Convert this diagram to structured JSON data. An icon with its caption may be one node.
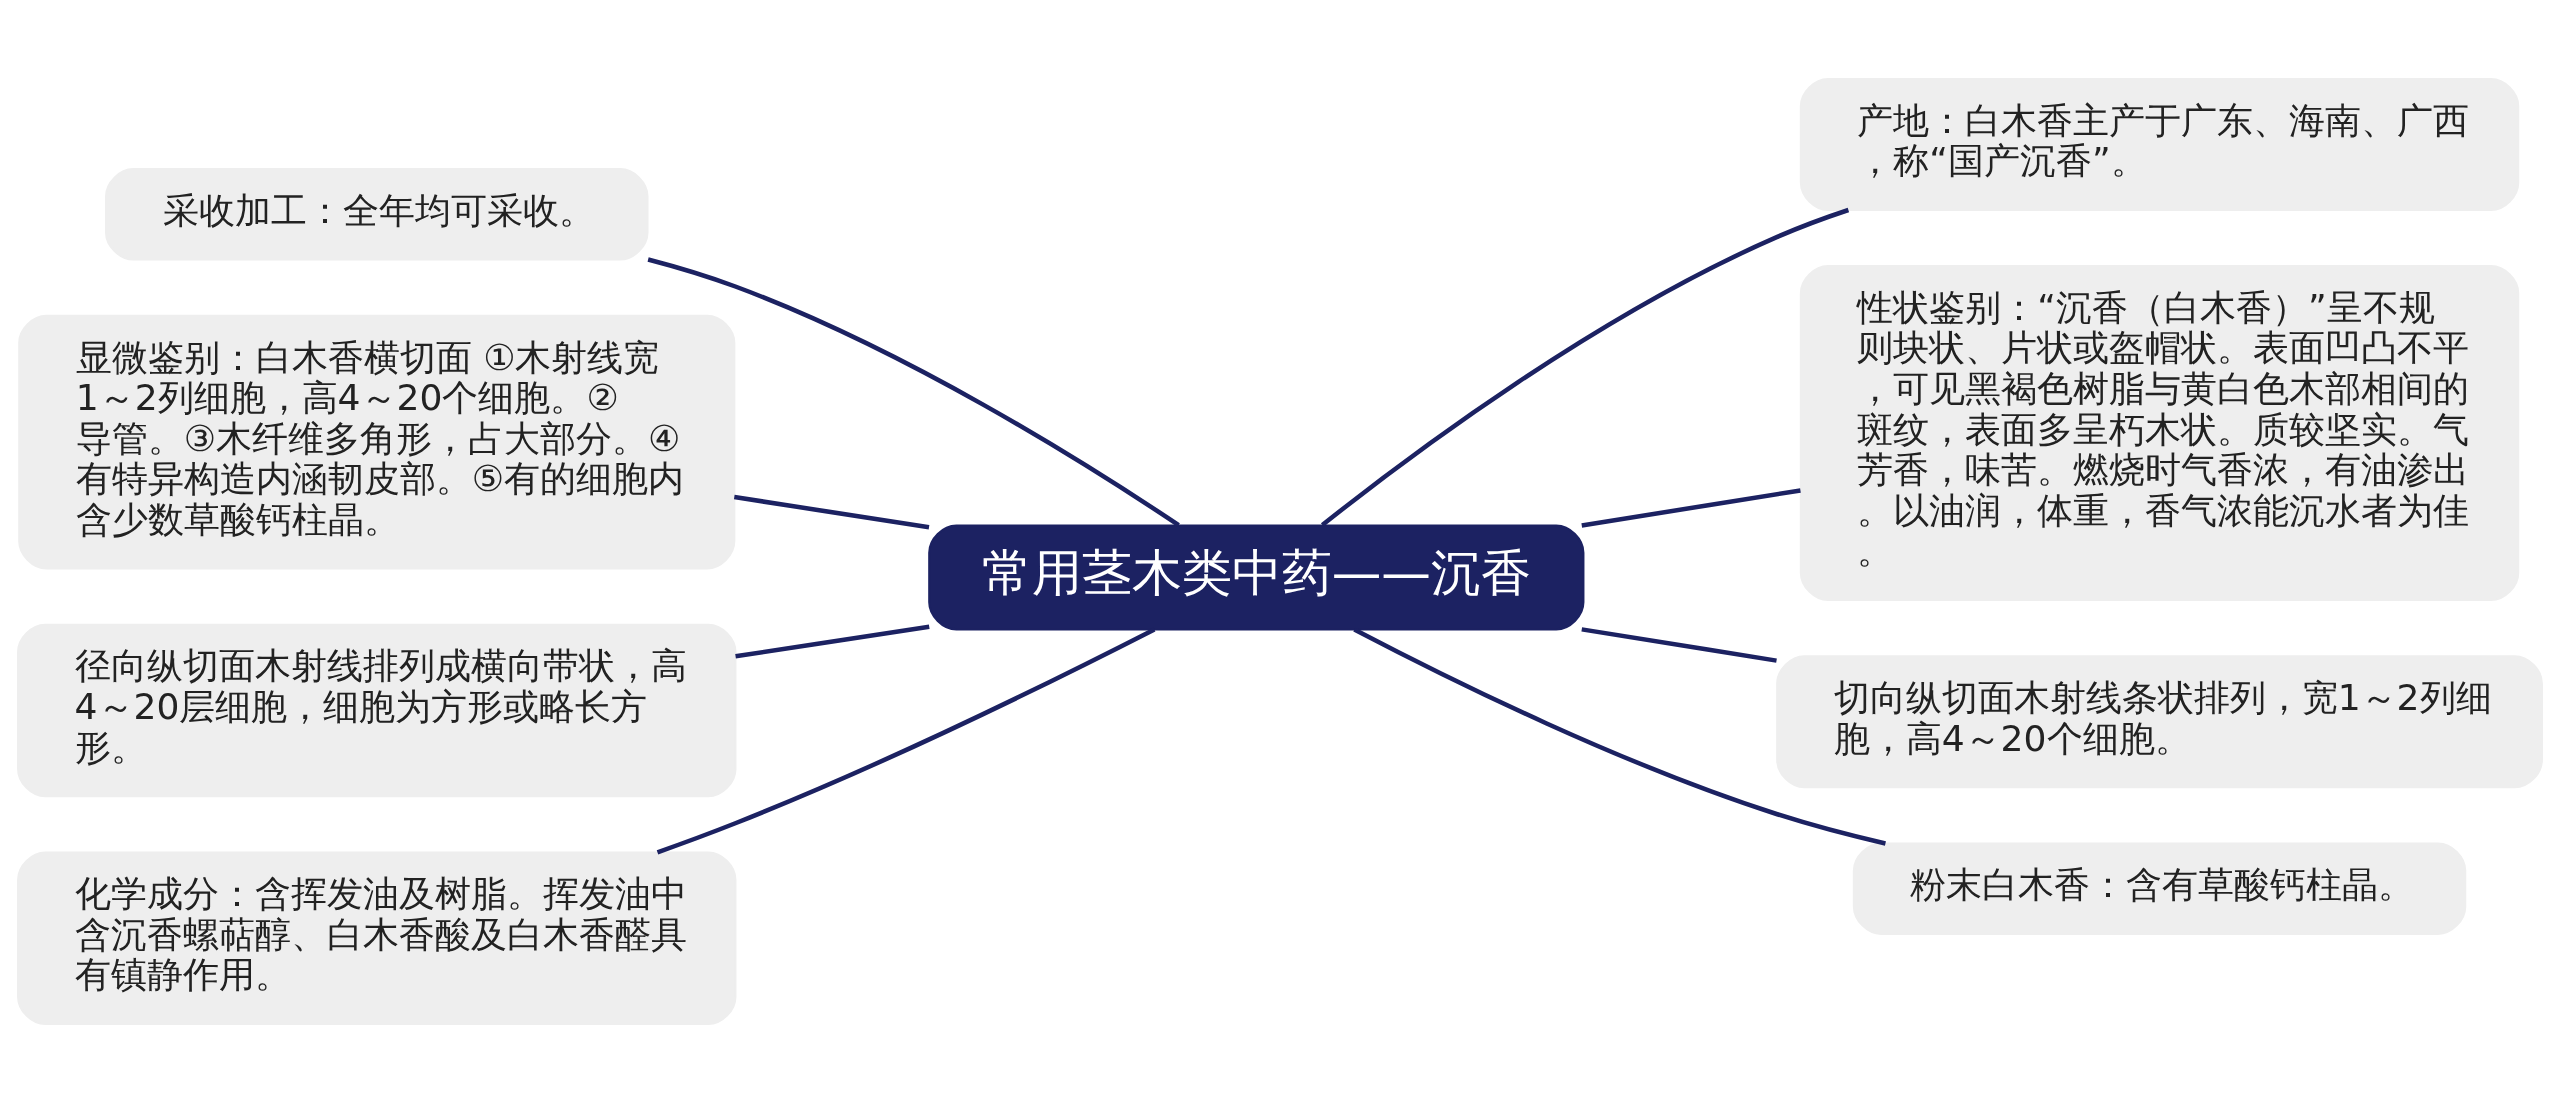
{
  "diagram": {
    "nodes": [
      {
        "text": [
          "常用茎木类中药——沉香"
        ]
      },
      {
        "text": [
          "采收加工：全年均可采收。"
        ]
      },
      {
        "text": [
          "显微鉴别：白木香横切面 ①木射线宽1～2列细胞，高4～20个细胞。②导管。③木纤维多角形，占大部分。④有特异构造内涵韧皮部。⑤有的细胞内含少数草酸钙柱晶。"
        ]
      },
      {
        "text": [
          "径向纵切面木射线排列成横向带状，高4～20层细胞，细胞为方形或略长方形。"
        ]
      },
      {
        "text": [
          "化学成分：含挥发油及树脂。挥发油中含沉香螺萜醇、白木香酸及白木香醛具有镇静作用。"
        ]
      },
      {
        "text": [
          "产地：白木香主产于广东、海南、广西，称“国产沉香”。"
        ]
      },
      {
        "text": [
          "性状鉴别：“沉香（白木香）”呈不规则块状、片状或盔帽状。表面凹凸不平，可见黑褐色树脂与黄白色木部相间的斑纹，表面多呈朽木状。质较坚实。气芳香，味苦。燃烧时气香浓，有油渗出。以油润，体重，香气浓能沉水者为佳。"
        ]
      },
      {
        "text": [
          "切向纵切面木射线条状排列，宽1～2列细胞，高4～20个细胞。"
        ]
      },
      {
        "text": [
          "粉末白木香：含有草酸钙柱晶。"
        ]
      }
    ],
    "edges": [
      {
        "from": 0,
        "to": 1,
        "arrow": "none"
      },
      {
        "from": 0,
        "to": 2,
        "arrow": "none"
      },
      {
        "from": 0,
        "to": 3,
        "arrow": "none"
      },
      {
        "from": 0,
        "to": 4,
        "arrow": "none"
      },
      {
        "from": 0,
        "to": 5,
        "arrow": "none"
      },
      {
        "from": 0,
        "to": 6,
        "arrow": "none"
      },
      {
        "from": 0,
        "to": 7,
        "arrow": "none"
      },
      {
        "from": 0,
        "to": 8,
        "arrow": "none"
      }
    ]
  }
}
